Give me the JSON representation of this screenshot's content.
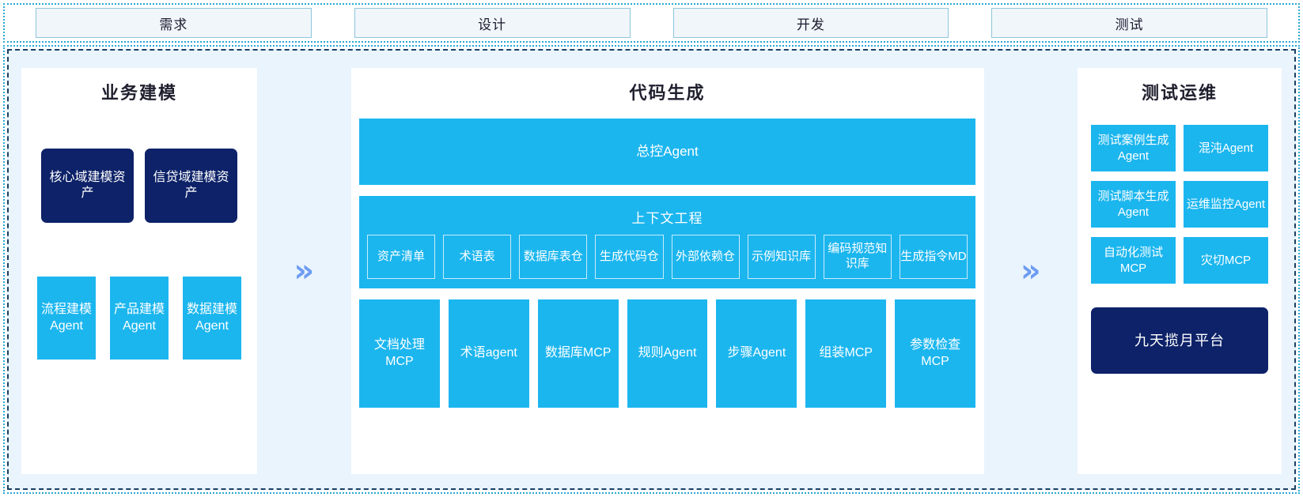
{
  "phases": [
    {
      "label": "需求"
    },
    {
      "label": "设计"
    },
    {
      "label": "开发"
    },
    {
      "label": "测试"
    }
  ],
  "arrows": {
    "glyph": "»",
    "color": "#6e9cf2",
    "name": "double-chevron-right"
  },
  "colors": {
    "cyan": "#1cb6ef",
    "navy": "#0d2268",
    "panel_bg": "#e9f4fd",
    "tab_bg": "#f1f6fa",
    "tab_border": "#8fc6dd",
    "frame_outer": "#2aa8d4",
    "frame_inner": "#1a3f63"
  },
  "left_panel": {
    "title": "业务建模",
    "assets": [
      {
        "label": "核心域建模资产"
      },
      {
        "label": "信贷域建模资产"
      }
    ],
    "agents": [
      {
        "label": "流程建模Agent"
      },
      {
        "label": "产品建模Agent"
      },
      {
        "label": "数据建模Agent"
      }
    ]
  },
  "center_panel": {
    "title": "代码生成",
    "master_agent": "总控Agent",
    "context_engineering": {
      "title": "上下文工程",
      "items": [
        {
          "label": "资产清单"
        },
        {
          "label": "术语表"
        },
        {
          "label": "数据库表仓"
        },
        {
          "label": "生成代码仓"
        },
        {
          "label": "外部依赖仓"
        },
        {
          "label": "示例知识库"
        },
        {
          "label": "编码规范知识库"
        },
        {
          "label": "生成指令MD"
        }
      ]
    },
    "tools": [
      {
        "label": "文档处理MCP"
      },
      {
        "label": "术语agent"
      },
      {
        "label": "数据库MCP"
      },
      {
        "label": "规则Agent"
      },
      {
        "label": "步骤Agent"
      },
      {
        "label": "组装MCP"
      },
      {
        "label": "参数检查MCP"
      }
    ]
  },
  "right_panel": {
    "title": "测试运维",
    "items": [
      {
        "label": "测试案例生成Agent"
      },
      {
        "label": "混沌Agent"
      },
      {
        "label": "测试脚本生成Agent"
      },
      {
        "label": "运维监控Agent"
      },
      {
        "label": "自动化测试MCP"
      },
      {
        "label": "灾切MCP"
      }
    ],
    "platform": "九天揽月平台"
  }
}
